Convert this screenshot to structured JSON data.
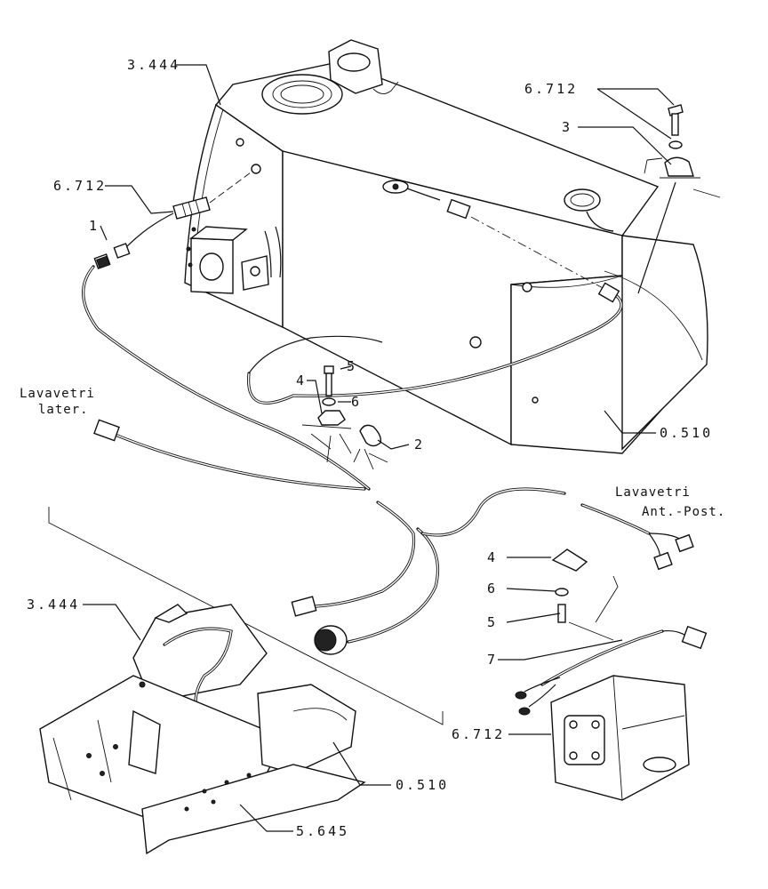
{
  "labels": {
    "tank_top": "3.444",
    "fastener_top_right": "6.712",
    "clip_top_right": "3",
    "sensor_left": "6.712",
    "connector_1": "1",
    "bolt_5_center": "5",
    "clip_4_center": "4",
    "washer_6_center": "6",
    "clamp_2": "2",
    "cover_0510_top": "0.510",
    "clip_4_right": "4",
    "washer_6_right": "6",
    "bolt_5_right": "5",
    "cable_7": "7",
    "tank_bottom": "3.444",
    "bracket_6712": "6.712",
    "cover_0510_bottom": "0.510",
    "frame_5645": "5.645"
  },
  "notes": {
    "side_washer_line1": "Lavavetri",
    "side_washer_line2": "later.",
    "front_rear_line1": "Lavavetri",
    "front_rear_line2": "Ant.-Post."
  }
}
